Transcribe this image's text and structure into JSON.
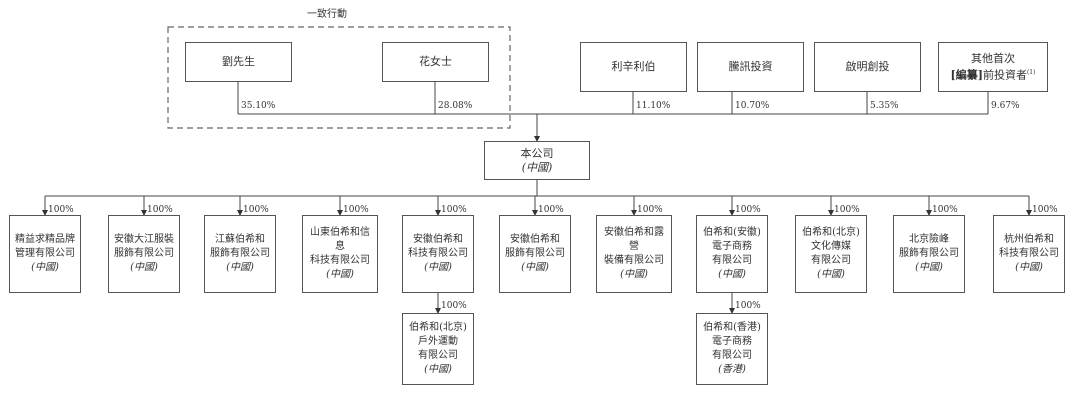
{
  "concert": {
    "label": "一致行動"
  },
  "shareholders": [
    {
      "id": "liu",
      "lines": [
        "劉先生"
      ],
      "pct": "35.10%"
    },
    {
      "id": "hua",
      "lines": [
        "花女士"
      ],
      "pct": "28.08%"
    },
    {
      "id": "lixin",
      "lines": [
        "利辛利伯"
      ],
      "pct": "11.10%"
    },
    {
      "id": "tencent",
      "lines": [
        "騰訊投資"
      ],
      "pct": "10.70%"
    },
    {
      "id": "qiming",
      "lines": [
        "啟明創投"
      ],
      "pct": "5.35%"
    },
    {
      "id": "others",
      "line1": "其他首次",
      "redacted": "[編纂]",
      "line2_rest": "前投資者",
      "note": "(1)",
      "pct": "9.67%"
    }
  ],
  "company": {
    "name": "本公司",
    "loc": "(中國)"
  },
  "subsidiaries": [
    {
      "id": "s1",
      "lines": [
        "精益求精品牌",
        "管理有限公司"
      ],
      "loc": "(中國)",
      "pct": "100%"
    },
    {
      "id": "s2",
      "lines": [
        "安徽大江服裝",
        "服飾有限公司"
      ],
      "loc": "(中國)",
      "pct": "100%"
    },
    {
      "id": "s3",
      "lines": [
        "江蘇伯希和",
        "服飾有限公司"
      ],
      "loc": "(中國)",
      "pct": "100%"
    },
    {
      "id": "s4",
      "lines": [
        "山東伯希和信息",
        "科技有限公司"
      ],
      "loc": "(中國)",
      "pct": "100%"
    },
    {
      "id": "s5",
      "lines": [
        "安徽伯希和",
        "科技有限公司"
      ],
      "loc": "(中國)",
      "pct": "100%"
    },
    {
      "id": "s6",
      "lines": [
        "安徽伯希和",
        "服飾有限公司"
      ],
      "loc": "(中國)",
      "pct": "100%"
    },
    {
      "id": "s7",
      "lines": [
        "安徽伯希和露營",
        "裝備有限公司"
      ],
      "loc": "(中國)",
      "pct": "100%"
    },
    {
      "id": "s8",
      "lines": [
        "伯希和(安徽)",
        "電子商務",
        "有限公司"
      ],
      "loc": "(中國)",
      "pct": "100%"
    },
    {
      "id": "s9",
      "lines": [
        "伯希和(北京)",
        "文化傳媒",
        "有限公司"
      ],
      "loc": "(中國)",
      "pct": "100%"
    },
    {
      "id": "s10",
      "lines": [
        "北京險峰",
        "服飾有限公司"
      ],
      "loc": "(中國)",
      "pct": "100%"
    },
    {
      "id": "s11",
      "lines": [
        "杭州伯希和",
        "科技有限公司"
      ],
      "loc": "(中國)",
      "pct": "100%"
    }
  ],
  "second_level": [
    {
      "id": "t1",
      "parent": "s5",
      "lines": [
        "伯希和(北京)",
        "戶外運動",
        "有限公司"
      ],
      "loc": "(中國)",
      "pct": "100%"
    },
    {
      "id": "t2",
      "parent": "s8",
      "lines": [
        "伯希和(香港)",
        "電子商務",
        "有限公司"
      ],
      "loc": "(香港)",
      "pct": "100%"
    }
  ]
}
